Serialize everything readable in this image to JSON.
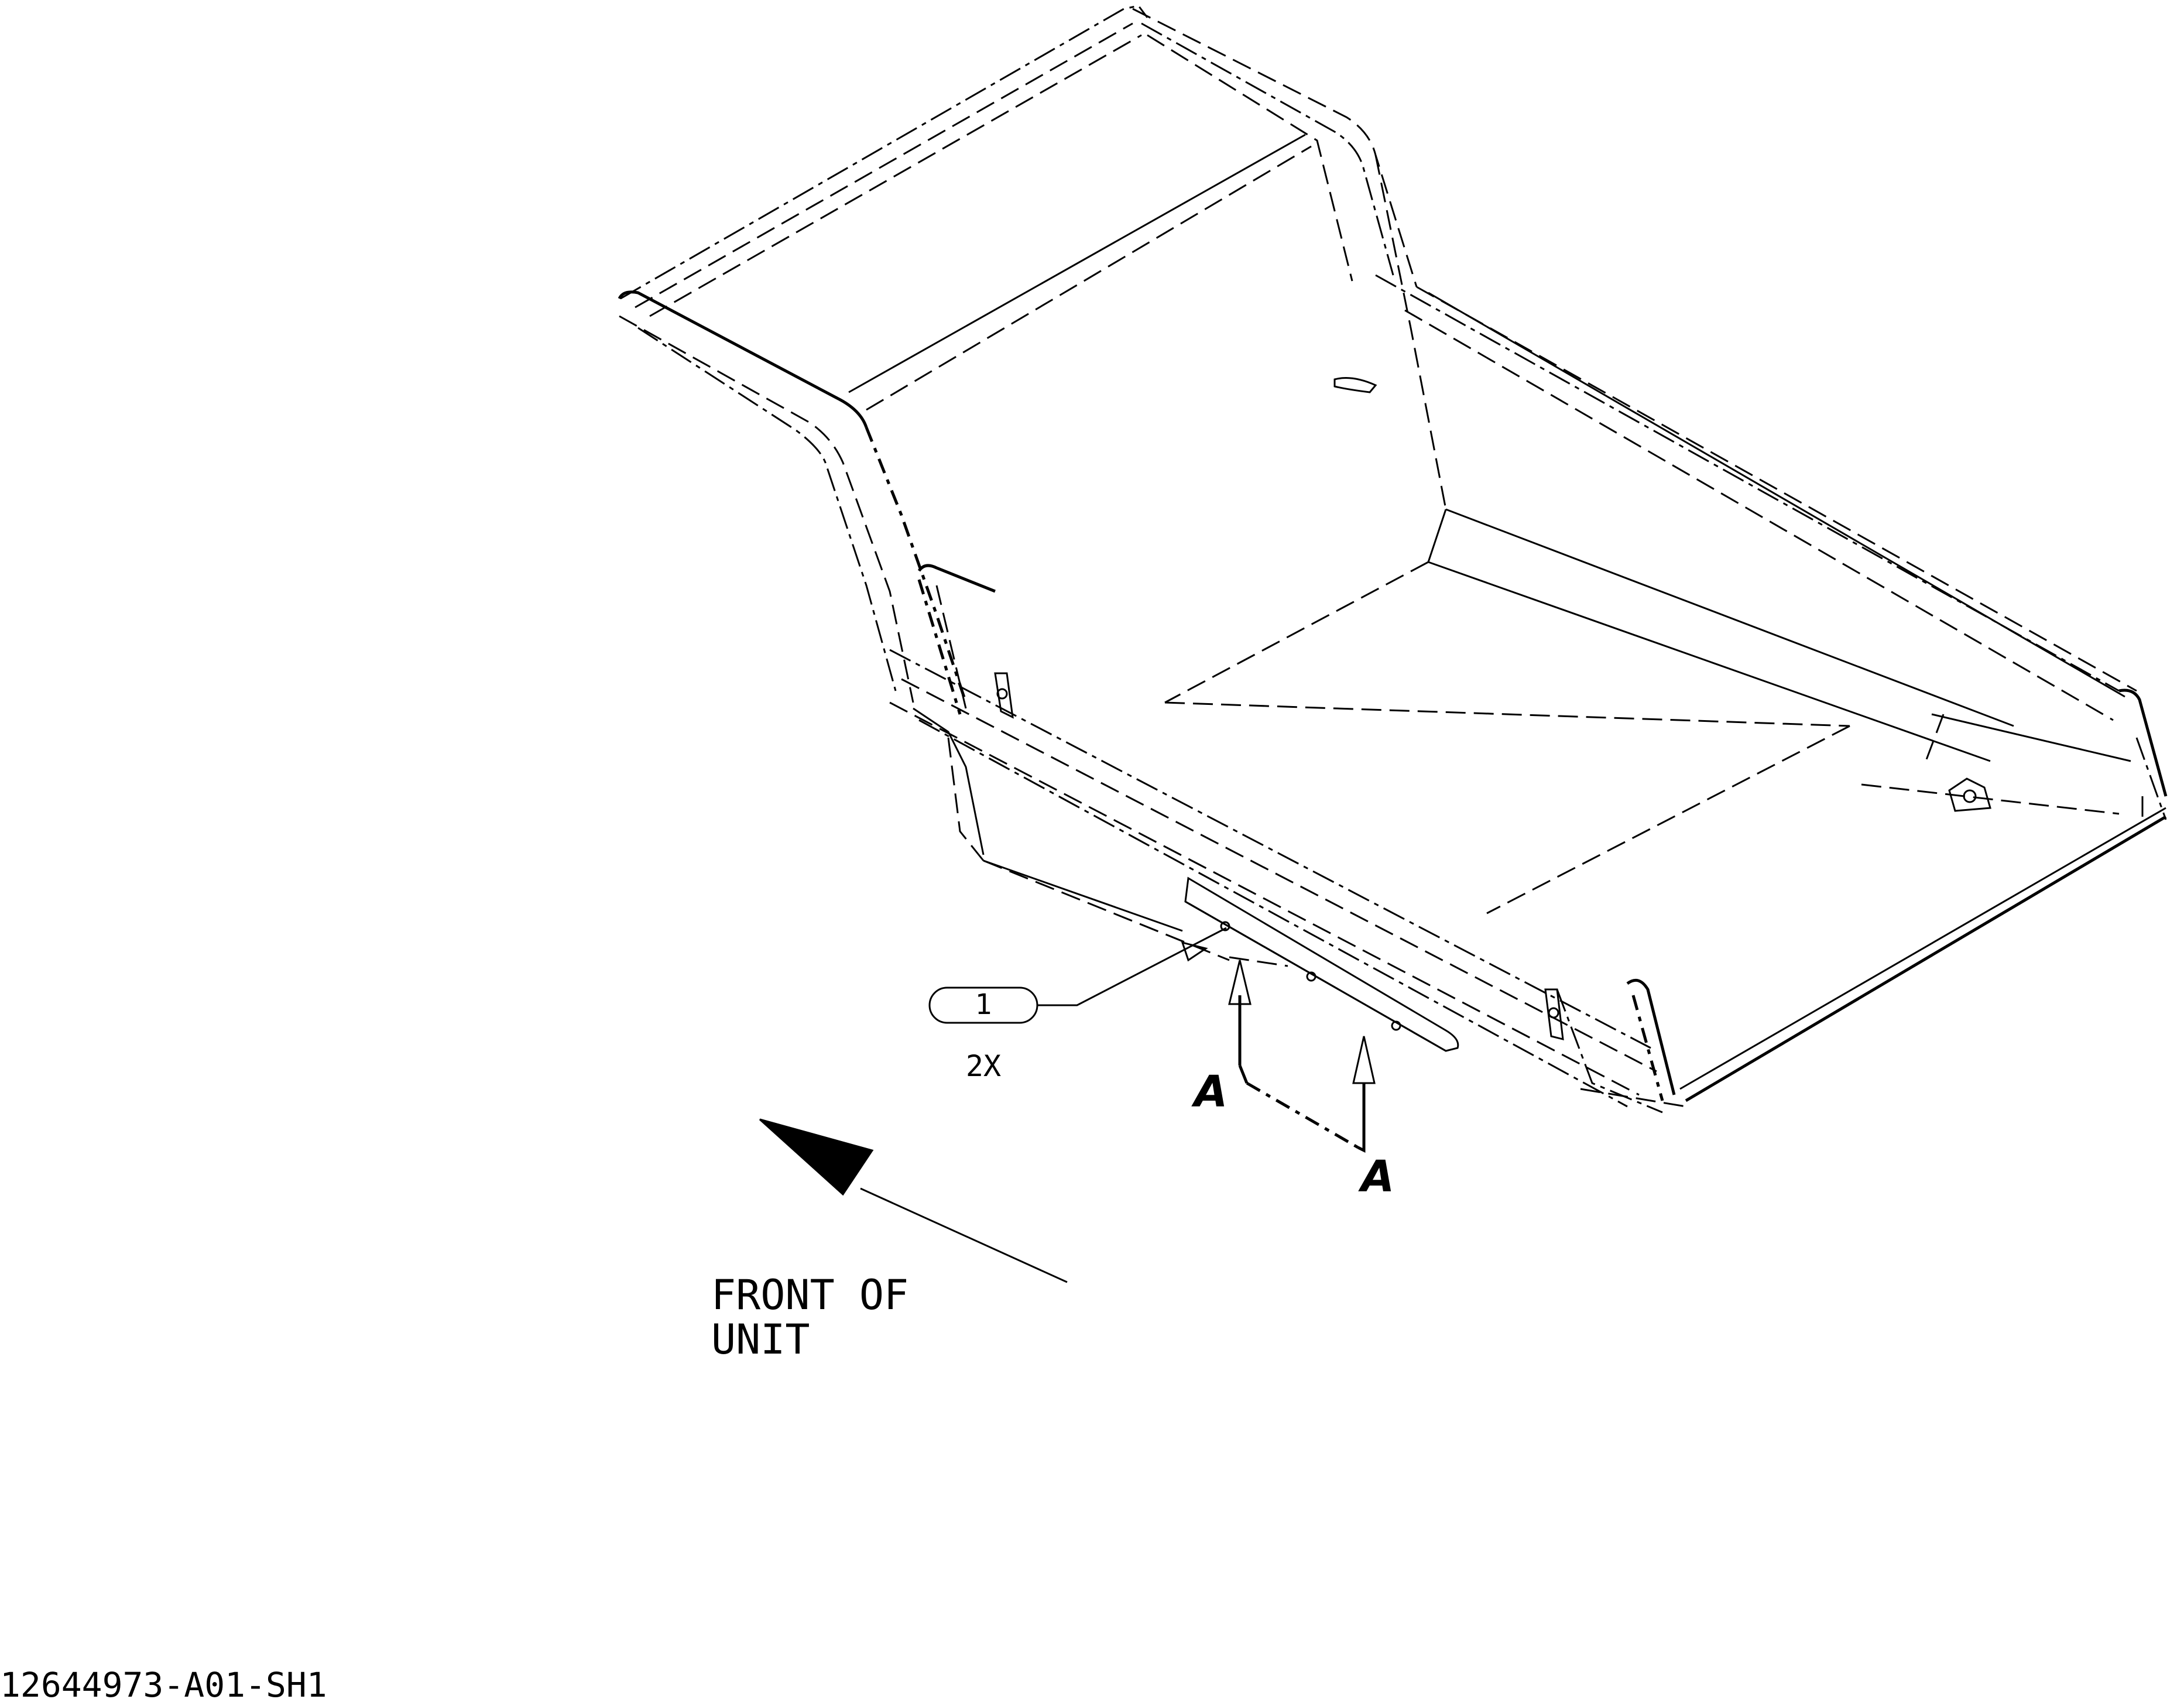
{
  "callout": {
    "number": "1",
    "quantity": "2X"
  },
  "section": {
    "label_left": "A",
    "label_right": "A"
  },
  "direction_note": {
    "line1": "FRONT OF",
    "line2": "UNIT"
  },
  "drawing_id": "12644973-A01-SH1",
  "colors": {
    "line": "#000000",
    "background": "#ffffff"
  }
}
